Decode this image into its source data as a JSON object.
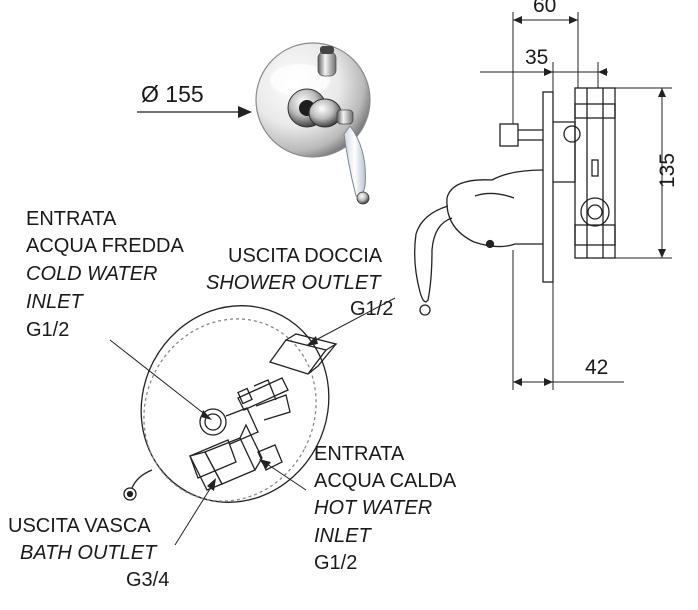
{
  "diameter_label": "Ø 155",
  "dimensions": {
    "width_total": "60",
    "depth_body": "35",
    "height": "135",
    "depth_handle": "42"
  },
  "labels": {
    "cold_inlet": {
      "it": "ENTRATA",
      "it2": "ACQUA FREDDA",
      "en": "COLD WATER",
      "en2": "INLET",
      "thread": "G1/2"
    },
    "shower_outlet": {
      "it": "USCITA DOCCIA",
      "en": "SHOWER OUTLET",
      "thread": "G1/2"
    },
    "hot_inlet": {
      "it": "ENTRATA",
      "it2": "ACQUA CALDA",
      "en": "HOT WATER",
      "en2": "INLET",
      "thread": "G1/2"
    },
    "bath_outlet": {
      "it": "USCITA VASCA",
      "en": "BATH OUTLET",
      "thread": "G3/4"
    }
  }
}
